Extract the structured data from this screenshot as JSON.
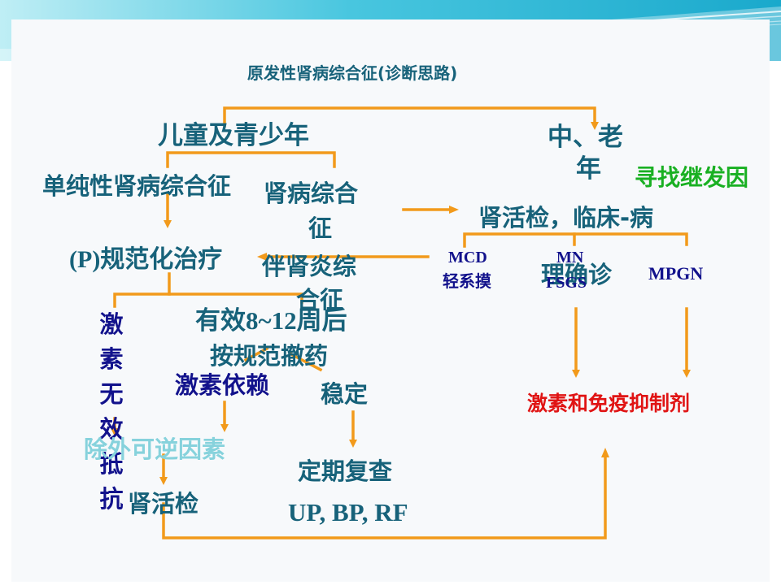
{
  "title": "原发性肾病综合征(诊断思路)",
  "nodes": {
    "children_teens": "儿童及青少年",
    "middle_old_line1": "中、老",
    "middle_old_line2": "年",
    "find_secondary": "寻找继发因",
    "pure_ns": "单纯性肾病综合征",
    "ns_with_nephritis_1": "肾病综合",
    "ns_with_nephritis_2": "征",
    "ns_with_nephritis_3": "伴肾炎综",
    "ns_with_nephritis_4": "合征",
    "biopsy_1": "肾活检，临床-病",
    "biopsy_2": "理确诊",
    "p_standard": "(P)规范化治疗",
    "mcd": "MCD",
    "mcd_sub": "轻系摸",
    "mn": "MN",
    "fsgs": "FSGS",
    "mpgn": "MPGN",
    "effective_1": "有效8~12周后",
    "effective_2": "按规范撤药",
    "steroid_dependent": "激素依赖",
    "stable": "稳定",
    "steroid_resistant": [
      "激",
      "素",
      "无",
      "效",
      "抵",
      "抗"
    ],
    "exclude_reversible": "除外可逆因素",
    "kidney_biopsy": "肾活检",
    "regular_review": "定期复查",
    "review_items": "UP, BP, RF",
    "steroid_immuno": "激素和免疫抑制剂"
  },
  "colors": {
    "teal_text": "#17627a",
    "navy_text": "#12128c",
    "red_text": "#e01414",
    "green_text": "#19b022",
    "light_text": "#86d2dc",
    "arrow": "#f29a1b",
    "header": "#39c2dc"
  }
}
